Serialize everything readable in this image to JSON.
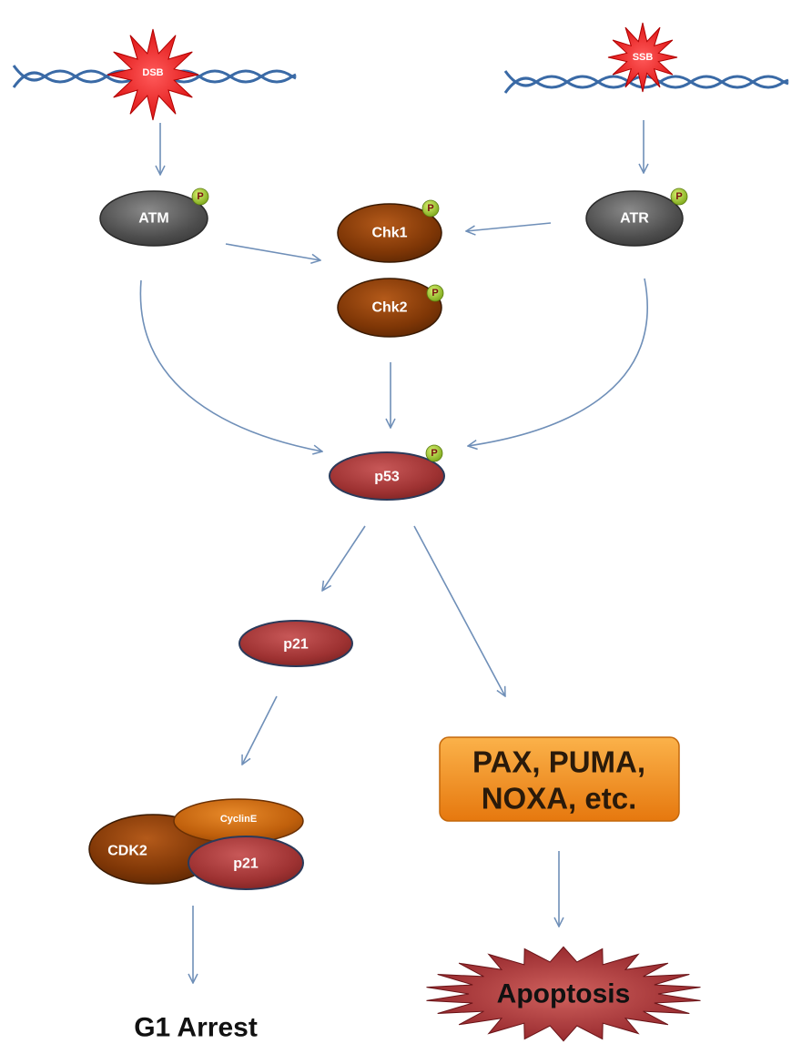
{
  "nodes": {
    "dsb": "DSB",
    "ssb": "SSB",
    "atm": "ATM",
    "atr": "ATR",
    "chk1": "Chk1",
    "chk2": "Chk2",
    "p53": "p53",
    "p21": "p21",
    "cdk2": "CDK2",
    "cyclin_e": "CyclinE",
    "p21_complex": "p21",
    "effectors_line1": "PAX, PUMA,",
    "effectors_line2": "NOXA, etc.",
    "apoptosis": "Apoptosis",
    "g1_arrest": "G1 Arrest"
  },
  "phospho_label": "P",
  "colors": {
    "kinase_gray": "#5a5a5a",
    "chk_brown": "#8a3e08",
    "protein_red": "#a83838",
    "cyclin_orange": "#c8620a",
    "effector_box": "#f08a1c",
    "damage_burst": "#e01010",
    "apoptosis_burst": "#9e2a2e",
    "phospho_green": "#9acd32",
    "arrow_blue": "#6f8fb8",
    "dna_blue": "#3a6aa6"
  }
}
